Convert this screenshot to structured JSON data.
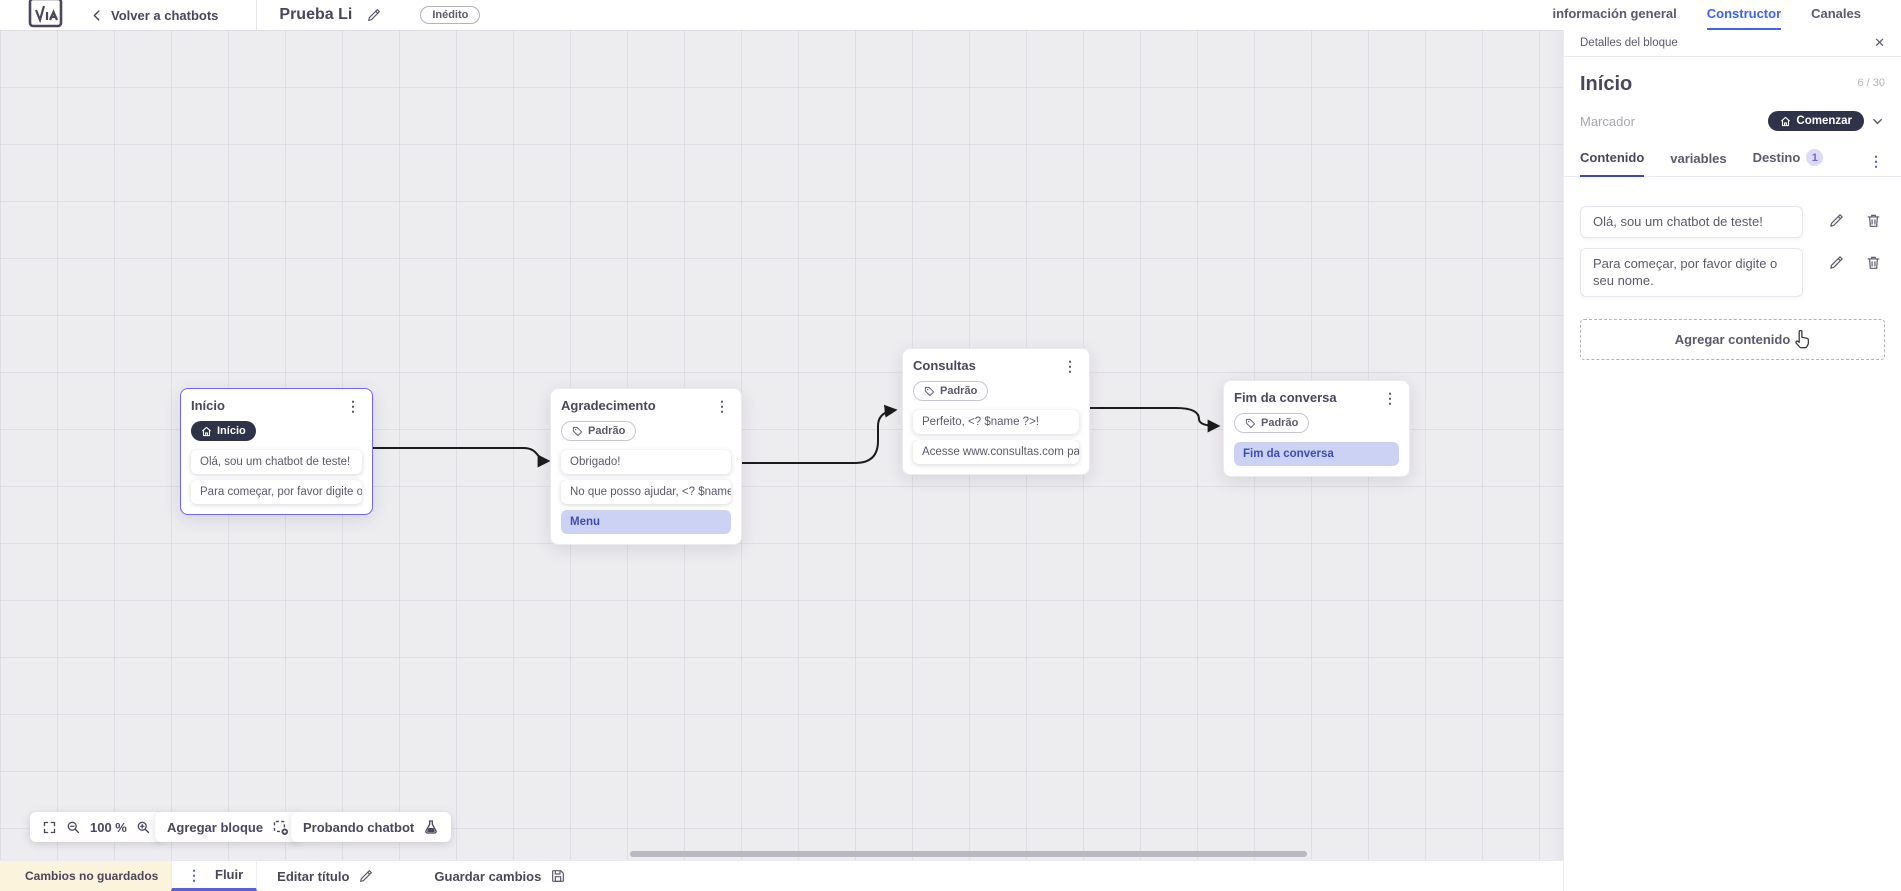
{
  "topbar": {
    "back_label": "Volver a chatbots",
    "title": "Prueba Li",
    "status_badge": "Inédito",
    "tabs": [
      {
        "label": "información general"
      },
      {
        "label": "Constructor"
      },
      {
        "label": "Canales"
      }
    ]
  },
  "panel": {
    "header": "Detalles del bloque",
    "block_name": "Início",
    "char_count": "6 / 30",
    "marker_label": "Marcador",
    "marker_button": "Comenzar",
    "tabs": {
      "contenido": "Contenido",
      "variables": "variables",
      "destino": "Destino",
      "destino_badge": "1"
    },
    "contents": [
      {
        "text": "Olá, sou um chatbot de teste!"
      },
      {
        "text": "Para começar, por favor digite o seu nome."
      }
    ],
    "add_content_label": "Agregar contenido"
  },
  "canvas": {
    "nodes": [
      {
        "title": "Início",
        "badge": "Início",
        "items": [
          {
            "text": "Olá, sou um chatbot de teste!"
          },
          {
            "text": "Para começar, por favor digite o ..."
          }
        ]
      },
      {
        "title": "Agradecimento",
        "badge": "Padrão",
        "items": [
          {
            "text": "Obrigado!"
          },
          {
            "text": "No que posso ajudar, <? $name ..."
          },
          {
            "text": "Menu"
          }
        ]
      },
      {
        "title": "Consultas",
        "badge": "Padrão",
        "items": [
          {
            "text": "Perfeito, <? $name ?>!"
          },
          {
            "text": "Acesse www.consultas.com par..."
          }
        ]
      },
      {
        "title": "Fim da conversa",
        "badge": "Padrão",
        "items": [
          {
            "text": "Fim da conversa"
          }
        ]
      }
    ],
    "zoom_level": "100 %",
    "add_block_label": "Agregar bloque",
    "test_chatbot_label": "Probando chatbot"
  },
  "bottombar": {
    "unsaved_label": "Cambios no guardados",
    "flow_tab_label": "Fluir",
    "edit_title_label": "Editar título",
    "save_label": "Guardar cambios"
  },
  "icons": {
    "kebab": "⋮",
    "close": "✕"
  },
  "colors": {
    "accent_purple": "#7367f0",
    "active_tab_blue": "#3f63f0",
    "panel_tab_underline": "#3b4db4",
    "flow_tab_underline": "#5a5fe0",
    "dark_pill": "#2f3349",
    "highlight_item_bg": "#ccd2f4",
    "highlight_item_text": "#3d4db7",
    "warning_bg": "#fcf3dd",
    "warning_icon": "#dd9f2e",
    "edge_color": "#1b1b1b",
    "canvas_bg": "#edecef"
  }
}
